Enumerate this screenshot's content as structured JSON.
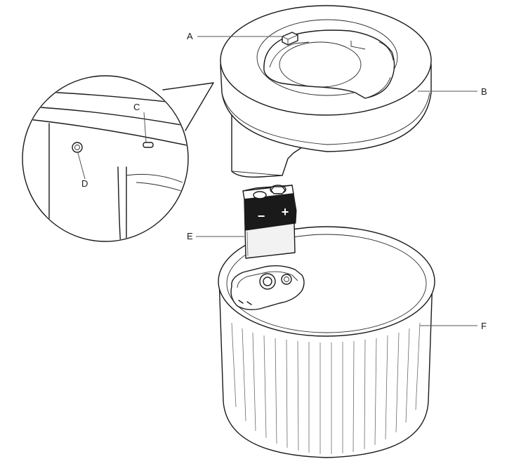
{
  "labels": {
    "a": "A",
    "b": "B",
    "c": "C",
    "d": "D",
    "e": "E",
    "f": "F"
  },
  "battery": {
    "minus": "−",
    "plus": "+"
  },
  "colors": {
    "line": "#1a1a1a",
    "battery_top": "#1a1a1a",
    "battery_body": "#f2f2f2"
  }
}
